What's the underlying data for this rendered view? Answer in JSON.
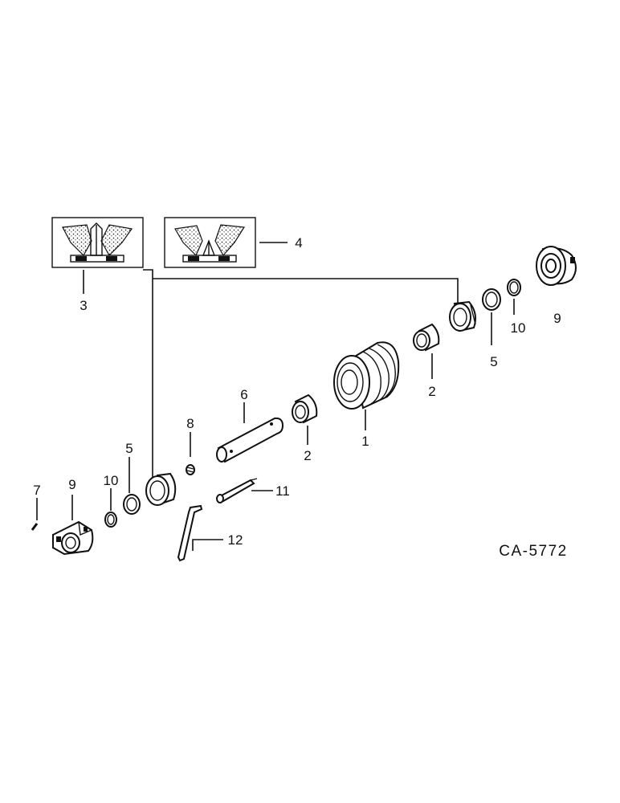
{
  "diagram": {
    "drawing_code": "CA-5772",
    "callouts": {
      "roller": "1",
      "bushing_front": "2",
      "bushing_rear": "2",
      "seal_assy_a": "3",
      "seal_assy_b": "4",
      "ring_front": "5",
      "ring_rear": "5",
      "shaft": "6",
      "pin": "7",
      "plug": "8",
      "collar_front": "9",
      "collar_rear": "9",
      "oring_front": "10",
      "oring_rear": "10",
      "fitting": "11",
      "wrench": "12"
    }
  }
}
